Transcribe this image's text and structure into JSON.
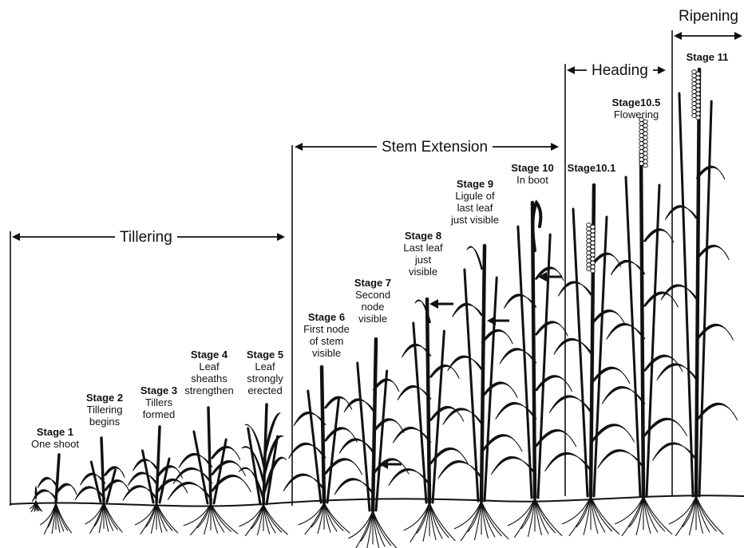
{
  "phases": [
    {
      "id": "tillering",
      "label": "Tillering"
    },
    {
      "id": "stem-extension",
      "label": "Stem Extension"
    },
    {
      "id": "heading",
      "label": "Heading"
    },
    {
      "id": "ripening",
      "label": "Ripening"
    }
  ],
  "stages": [
    {
      "title": "Stage 1",
      "desc": [
        "One shoot"
      ]
    },
    {
      "title": "Stage 2",
      "desc": [
        "Tillering",
        "begins"
      ]
    },
    {
      "title": "Stage 3",
      "desc": [
        "Tillers",
        "formed"
      ]
    },
    {
      "title": "Stage 4",
      "desc": [
        "Leaf",
        "sheaths",
        "strengthen"
      ]
    },
    {
      "title": "Stage 5",
      "desc": [
        "Leaf",
        "strongly",
        "erected"
      ]
    },
    {
      "title": "Stage 6",
      "desc": [
        "First node",
        "of stem",
        "visible"
      ]
    },
    {
      "title": "Stage 7",
      "desc": [
        "Second",
        "node",
        "visible"
      ]
    },
    {
      "title": "Stage 8",
      "desc": [
        "Last leaf",
        "just",
        "visible"
      ]
    },
    {
      "title": "Stage 9",
      "desc": [
        "Ligule of",
        "last leaf",
        "just visible"
      ]
    },
    {
      "title": "Stage 10",
      "desc": [
        "In boot"
      ]
    },
    {
      "title": "Stage10.1",
      "desc": []
    },
    {
      "title": "Stage10.5",
      "desc": [
        "Flowering"
      ]
    },
    {
      "title": "Stage 11",
      "desc": []
    }
  ],
  "colors": {
    "ink": "#111111",
    "background": "#ffffff"
  }
}
